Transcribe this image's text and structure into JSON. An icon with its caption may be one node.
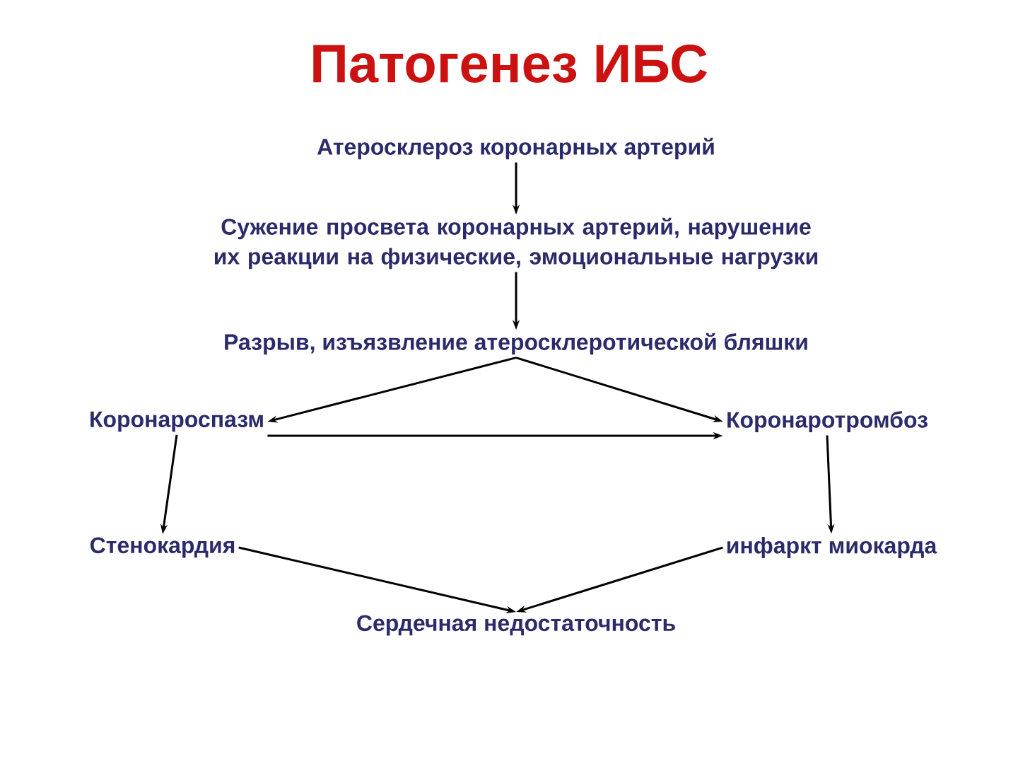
{
  "diagram": {
    "title": "Патогенез ИБС",
    "nodes": [
      {
        "text": [
          "Атеросклероз коронарных артерий"
        ]
      },
      {
        "text": [
          "Сужение просвета коронарных артерий, нарушение их реакции на физические, эмоциональные нагрузки"
        ]
      },
      {
        "text": [
          "Разрыв, изъязвление атеросклеротической бляшки"
        ]
      },
      {
        "text": [
          "Коронароспазм"
        ]
      },
      {
        "text": [
          "Коронаротромбоз"
        ]
      },
      {
        "text": [
          "Стенокардия"
        ]
      },
      {
        "text": [
          "инфаркт миокарда"
        ]
      },
      {
        "text": [
          "Сердечная недостаточность"
        ]
      }
    ],
    "edges": [
      {
        "from": 0,
        "to": 1,
        "arrow": "to"
      },
      {
        "from": 1,
        "to": 2,
        "arrow": "to"
      },
      {
        "from": 2,
        "to": 3,
        "arrow": "to"
      },
      {
        "from": 2,
        "to": 4,
        "arrow": "to"
      },
      {
        "from": 3,
        "to": 4,
        "arrow": "to"
      },
      {
        "from": 3,
        "to": 5,
        "arrow": "to"
      },
      {
        "from": 4,
        "to": 6,
        "arrow": "to"
      },
      {
        "from": 5,
        "to": 7,
        "arrow": "to"
      },
      {
        "from": 6,
        "to": 7,
        "arrow": "to"
      }
    ]
  }
}
